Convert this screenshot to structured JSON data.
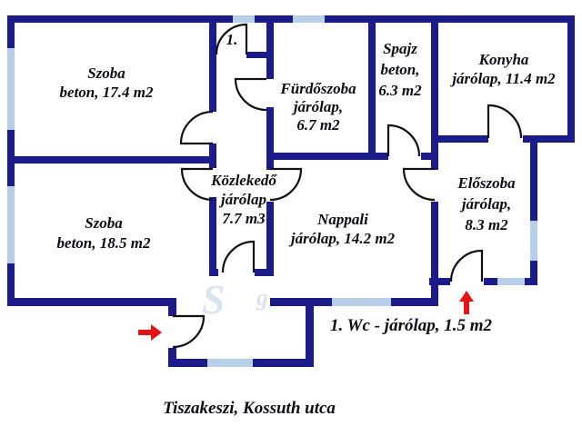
{
  "plan": {
    "unit_marker": "1.",
    "rooms": [
      {
        "name": "Szoba",
        "detail": "beton, 17.4 m2"
      },
      {
        "name": "Szoba",
        "detail": "beton, 18.5 m2"
      },
      {
        "name": "Fürdőszoba",
        "detail": "járólap,",
        "area": "6.7 m2"
      },
      {
        "name": "Spajz",
        "detail": "beton,",
        "area": "6.3 m2"
      },
      {
        "name": "Konyha",
        "detail": "járólap, 11.4 m2"
      },
      {
        "name": "Közlekedő",
        "detail": "járólap",
        "area": "7.7 m3"
      },
      {
        "name": "Nappali",
        "detail": "járólap, 14.2 m2"
      },
      {
        "name": "Előszoba",
        "detail": "járólap,",
        "area": "8.3 m2"
      }
    ],
    "wc_note": "1. Wc - járólap, 1.5 m2",
    "address": "Tiszakeszi, Kossuth utca"
  },
  "colors": {
    "wall": "#1b1b8a",
    "window": "#b8cfe9",
    "arrow": "#e41414",
    "text": "#0c0c14"
  }
}
